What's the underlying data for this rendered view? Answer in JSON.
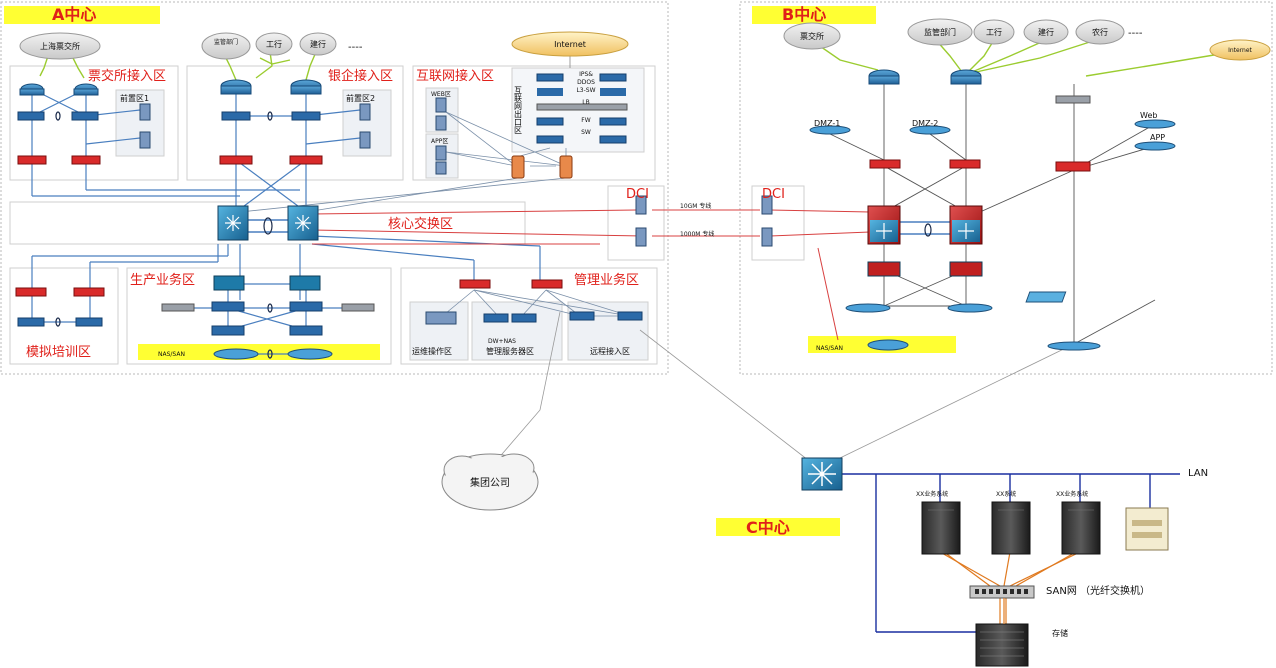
{
  "centers": {
    "a": "A中心",
    "b": "B中心",
    "c": "C中心"
  },
  "zones": {
    "ticket_access": "票交所接入区",
    "bank_access": "银企接入区",
    "internet_access": "互联网接入区",
    "core_switch": "核心交换区",
    "production": "生产业务区",
    "management": "管理业务区",
    "training": "模拟培训区"
  },
  "clouds": {
    "shanghai_exchange": "上海票交所",
    "regulator": "监管部门",
    "icbc": "工行",
    "ccb": "建行",
    "internet": "Internet",
    "b_exchange": "票交所",
    "b_regulator": "监管部门",
    "b_icbc": "工行",
    "b_ccb": "建行",
    "b_abc": "农行",
    "b_internet": "Internet",
    "group": "集团公司"
  },
  "labels": {
    "ellipsis": "----",
    "b_ellipsis": "----",
    "frontzone1": "前置区1",
    "frontzone2": "前置区2",
    "web": "WEB区",
    "app": "APP区",
    "egress": "互联网出口区",
    "ips": "IPS&",
    "ddos": "DDOS",
    "l3sw": "L3-SW",
    "lb": "LB",
    "fw": "FW",
    "sw": "SW",
    "dci_a": "DCI",
    "dci_b": "DCI",
    "link1": "10GM 专线",
    "link2": "1000M 专线",
    "nas_san_a": "NAS/SAN",
    "nas_san_b": "NAS/SAN",
    "ops": "运维操作区",
    "dw_nas": "DW+NAS",
    "mgmt_servers": "管理服务器区",
    "remote": "远程接入区",
    "dmz1": "DMZ-1",
    "dmz2": "DMZ-2",
    "b_web": "Web",
    "b_app": "APP",
    "lan": "LAN",
    "sys1": "XX业务系统",
    "sys2": "XX系统",
    "sys3": "XX业务系统",
    "san": "SAN网  （光纤交换机）",
    "storage": "存储"
  },
  "colors": {
    "red_title": "#e0201a",
    "yellow_bar": "#ffff33",
    "blue_line": "#2a6db3",
    "red_line": "#d84040",
    "navy_line": "#1a2fa0",
    "orange_line": "#e07a20"
  }
}
